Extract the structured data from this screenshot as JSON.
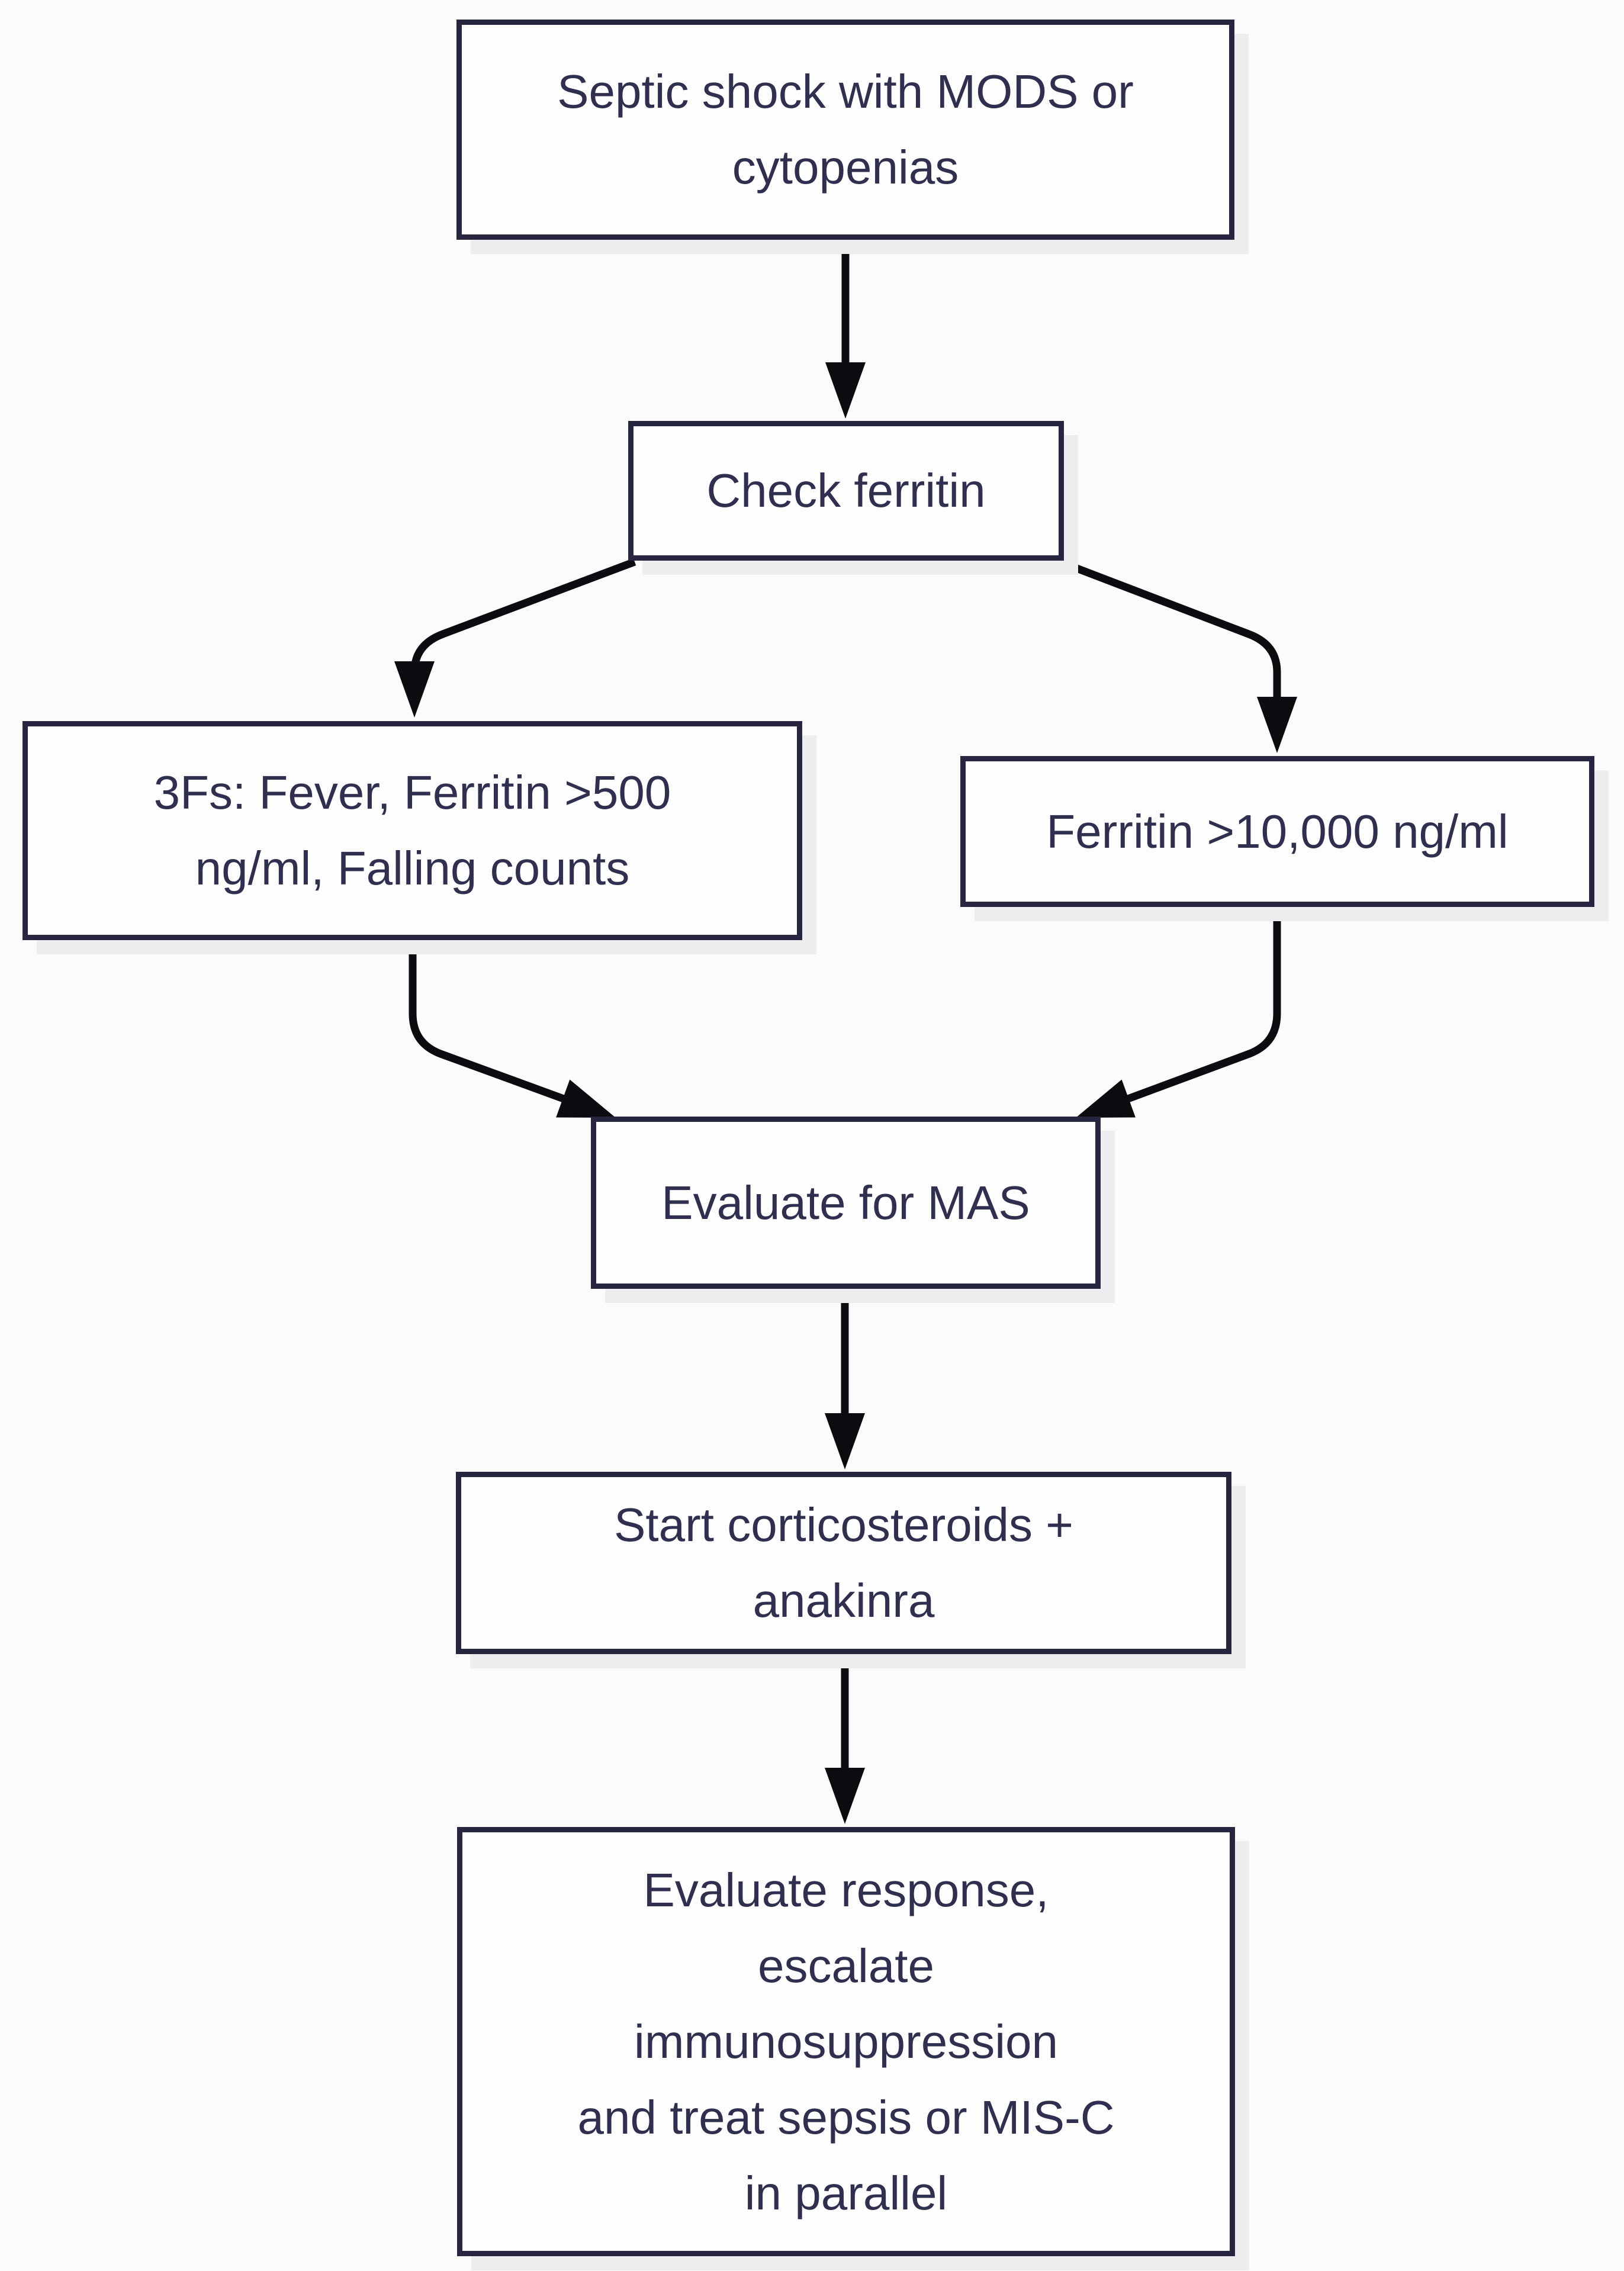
{
  "diagram": {
    "type": "flowchart",
    "colors": {
      "background": "#fbfbfc",
      "box_fill": "#fdfdfe",
      "border": "#262641",
      "text": "#2f2f4f",
      "arrow": "#0c0c10",
      "shadow": "#ededf0"
    },
    "nodes": {
      "septic_shock": {
        "label": "Septic shock with MODS or cytopenias",
        "lines": [
          "Septic shock with MODS or",
          "cytopenias"
        ]
      },
      "check_ferritin": {
        "label": "Check ferritin",
        "lines": [
          "Check ferritin"
        ]
      },
      "three_fs": {
        "label": "3Fs: Fever, Ferritin >500 ng/ml, Falling counts",
        "lines": [
          "3Fs: Fever, Ferritin >500",
          "ng/ml, Falling counts"
        ]
      },
      "ferritin_10000": {
        "label": "Ferritin >10,000 ng/ml",
        "lines": [
          "Ferritin >10,000 ng/ml"
        ]
      },
      "evaluate_mas": {
        "label": "Evaluate for MAS",
        "lines": [
          "Evaluate for MAS"
        ]
      },
      "start_treatment": {
        "label": "Start corticosteroids + anakinra",
        "lines": [
          "Start corticosteroids +",
          "anakinra"
        ]
      },
      "evaluate_response": {
        "label": "Evaluate response, escalate immunosuppression and treat sepsis or MIS-C in parallel",
        "lines": [
          "Evaluate response,",
          "escalate",
          "immunosuppression",
          "and treat sepsis or MIS-C",
          "in parallel"
        ]
      }
    },
    "edges": [
      {
        "from": "septic_shock",
        "to": "check_ferritin"
      },
      {
        "from": "check_ferritin",
        "to": "three_fs"
      },
      {
        "from": "check_ferritin",
        "to": "ferritin_10000"
      },
      {
        "from": "three_fs",
        "to": "evaluate_mas"
      },
      {
        "from": "ferritin_10000",
        "to": "evaluate_mas"
      },
      {
        "from": "evaluate_mas",
        "to": "start_treatment"
      },
      {
        "from": "start_treatment",
        "to": "evaluate_response"
      }
    ]
  }
}
